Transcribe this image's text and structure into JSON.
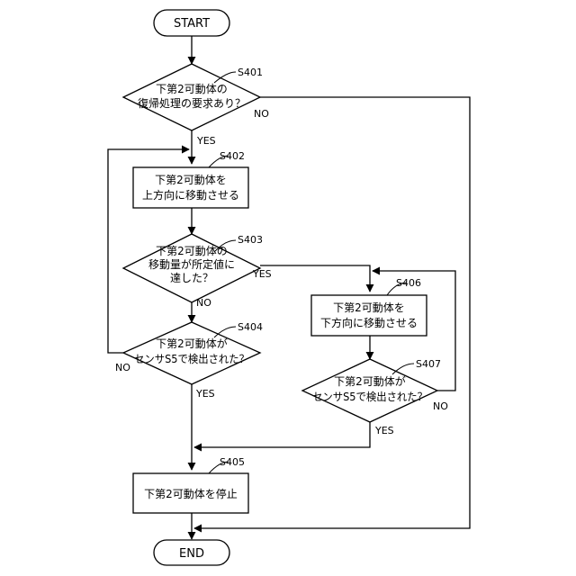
{
  "nodes": {
    "start": {
      "text": "START"
    },
    "end": {
      "text": "END"
    },
    "s401": {
      "step": "S401",
      "lines": [
        "下第2可動体の",
        "復帰処理の要求あり？"
      ]
    },
    "s402": {
      "step": "S402",
      "lines": [
        "下第2可動体を",
        "上方向に移動させる"
      ]
    },
    "s403": {
      "step": "S403",
      "lines": [
        "下第2可動体の",
        "移動量が所定値に",
        "達した？"
      ]
    },
    "s404": {
      "step": "S404",
      "lines": [
        "下第2可動体が",
        "センサS5で検出された？"
      ]
    },
    "s405": {
      "step": "S405",
      "lines": [
        "下第2可動体を停止"
      ]
    },
    "s406": {
      "step": "S406",
      "lines": [
        "下第2可動体を",
        "下方向に移動させる"
      ]
    },
    "s407": {
      "step": "S407",
      "lines": [
        "下第2可動体が",
        "センサS5で検出された？"
      ]
    }
  },
  "labels": {
    "s401_no": "NO",
    "s401_yes": "YES",
    "s403_yes": "YES",
    "s403_no": "NO",
    "s404_no": "NO",
    "s404_yes": "YES",
    "s407_no": "NO",
    "s407_yes": "YES"
  }
}
